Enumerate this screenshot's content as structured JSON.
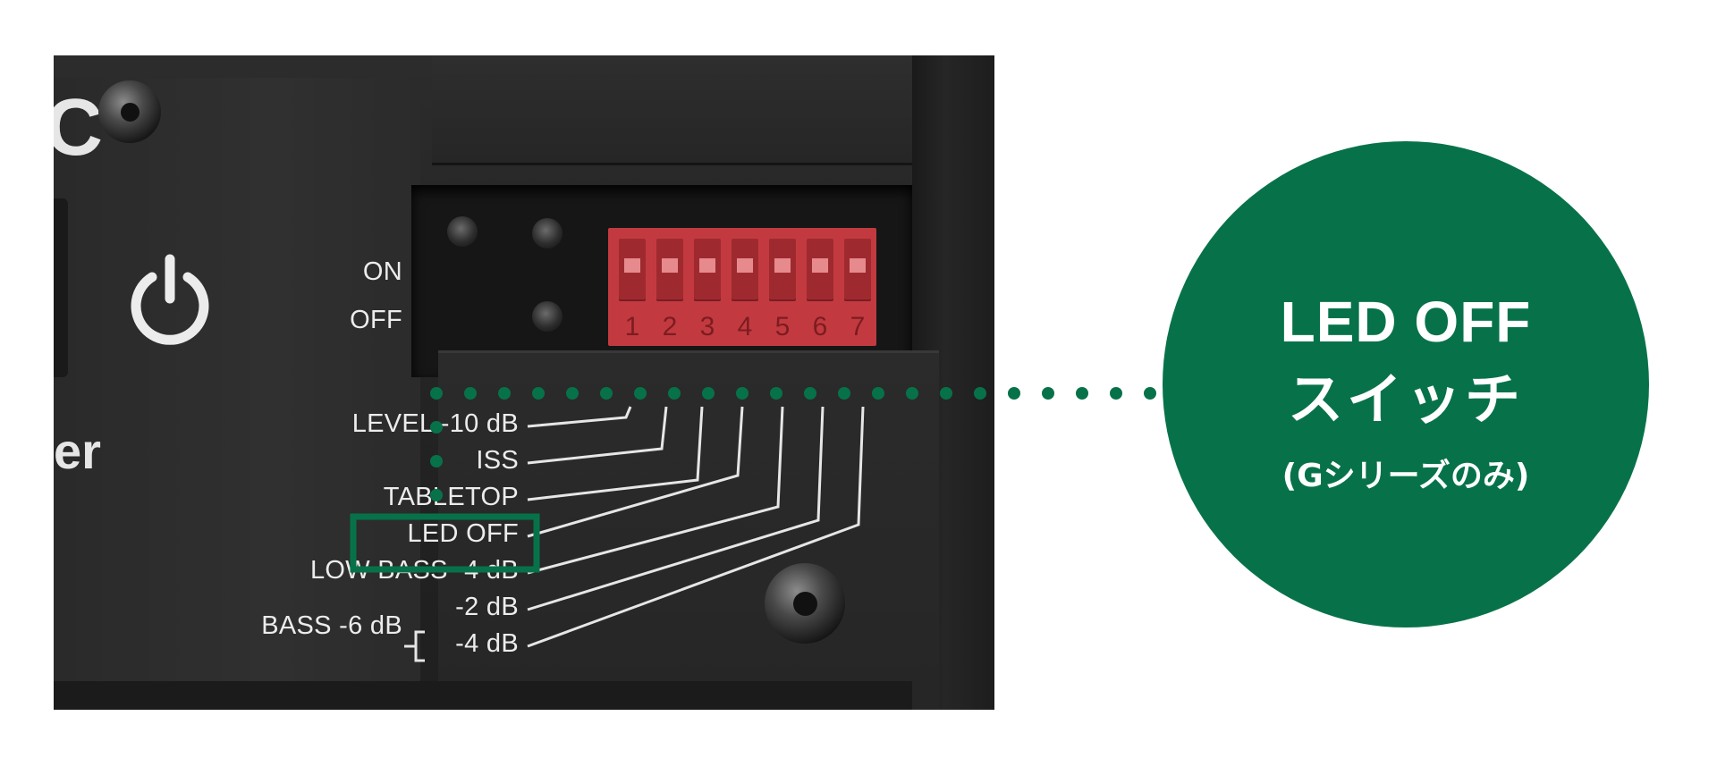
{
  "panel": {
    "on_label": "ON",
    "off_label": "OFF",
    "fragment_left": "C",
    "fragment_bottom": "er",
    "dip_numbers": [
      "1",
      "2",
      "3",
      "4",
      "5",
      "6",
      "7"
    ],
    "settings": [
      "LEVEL -10 dB",
      "ISS",
      "TABLETOP",
      "LED OFF",
      "LOW BASS -4 dB",
      "-2 dB",
      "-4 dB"
    ],
    "bass_group": "BASS -6 dB"
  },
  "callout": {
    "title": "LED OFF",
    "subtitle": "スイッチ",
    "note": "(Gシリーズのみ)"
  },
  "colors": {
    "accent_green": "#07724a",
    "dip_red": "#c23a3f",
    "panel_dark": "#262626",
    "print_white": "#ececec"
  },
  "icons": [
    "power-icon",
    "screw-icon",
    "led-indicator"
  ]
}
